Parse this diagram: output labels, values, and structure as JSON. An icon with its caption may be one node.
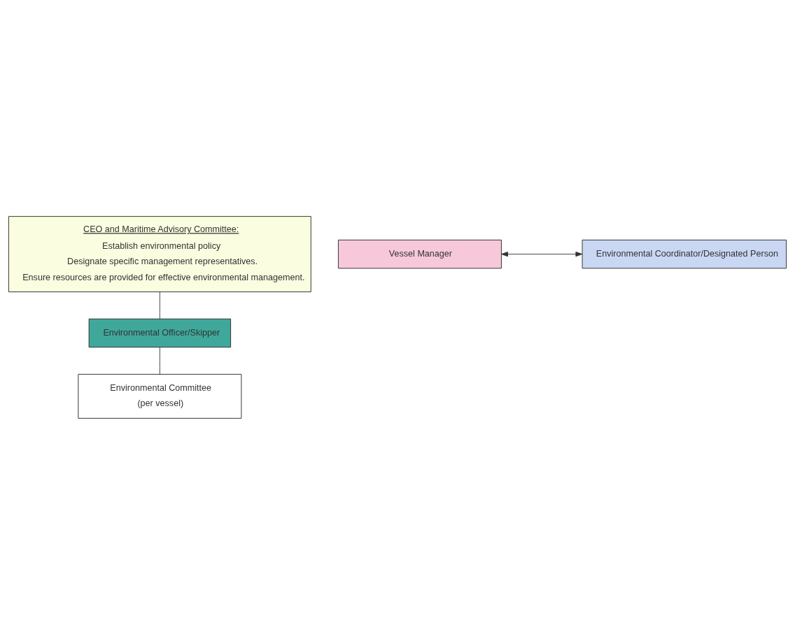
{
  "diagram": {
    "nodes": [
      {
        "text": [
          "CEO and Maritime Advisory Committee:",
          "Establish environmental policy",
          "Designate specific management representatives.",
          "Ensure resources are provided for effective environmental management."
        ]
      },
      {
        "text": [
          "Vessel Manager"
        ]
      },
      {
        "text": [
          "Environmental Coordinator/Designated Person"
        ]
      },
      {
        "text": [
          "Environmental Officer/Skipper"
        ]
      },
      {
        "text": [
          "Environmental Committee",
          "(per vessel)"
        ]
      }
    ],
    "edges": [
      {
        "from": 0,
        "to": 3,
        "arrow": "none"
      },
      {
        "from": 1,
        "to": 2,
        "arrow": "both"
      },
      {
        "from": 3,
        "to": 4,
        "arrow": "none"
      }
    ]
  }
}
